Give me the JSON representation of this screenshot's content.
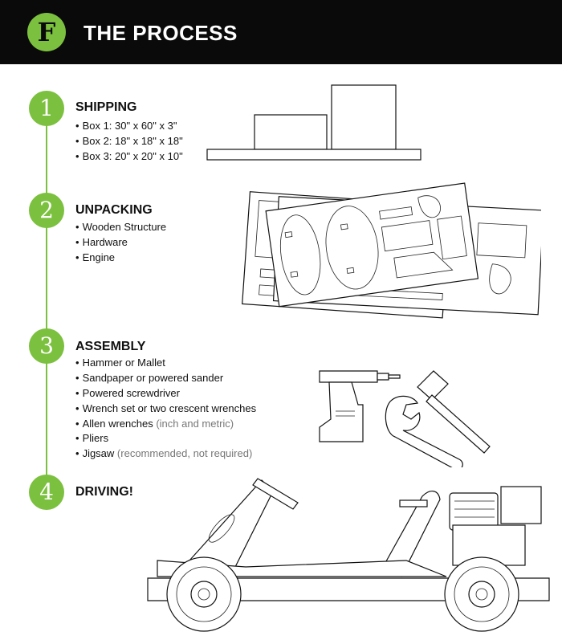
{
  "header": {
    "logo_letter": "F",
    "title": "THE PROCESS"
  },
  "steps": [
    {
      "number": "1",
      "title": "SHIPPING",
      "items": [
        {
          "text": "Box 1: 30\" x 60\" x 3\""
        },
        {
          "text": "Box 2: 18\" x 18\" x 18\""
        },
        {
          "text": "Box 3: 20\" x 20\" x 10\""
        }
      ]
    },
    {
      "number": "2",
      "title": "UNPACKING",
      "items": [
        {
          "text": "Wooden Structure"
        },
        {
          "text": "Hardware"
        },
        {
          "text": "Engine"
        }
      ]
    },
    {
      "number": "3",
      "title": "ASSEMBLY",
      "items": [
        {
          "text": "Hammer or Mallet",
          "note": ""
        },
        {
          "text": "Sandpaper or powered sander",
          "note": ""
        },
        {
          "text": "Powered screwdriver",
          "note": ""
        },
        {
          "text": "Wrench set or two crescent wrenches",
          "note": ""
        },
        {
          "text": "Allen wrenches",
          "note": " (inch and metric)"
        },
        {
          "text": "Pliers",
          "note": ""
        },
        {
          "text": "Jigsaw",
          "note": " (recommended, not required)"
        }
      ]
    },
    {
      "number": "4",
      "title": "DRIVING!",
      "items": []
    }
  ],
  "colors": {
    "accent": "#7cc03f",
    "header_bg": "#0a0a0a"
  },
  "illustrations": [
    "boxes-drawing",
    "cut-sheets-drawing",
    "tools-drawing",
    "go-kart-drawing"
  ]
}
